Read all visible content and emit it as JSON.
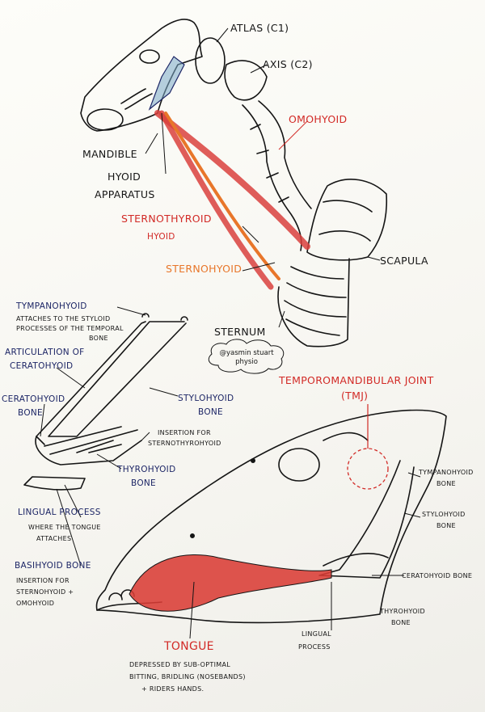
{
  "labels": {
    "atlas": "ATLAS (C1)",
    "axis": "AXIS (C2)",
    "omohyoid": "OMOHYOID",
    "mandible": "MANDIBLE",
    "hyoid_apparatus_1": "HYOID",
    "hyoid_apparatus_2": "APPARATUS",
    "sternothyrohyoid_1": "STERNOTHYROID",
    "sternothyrohyoid_2": "HYOID",
    "scapula": "SCAPULA",
    "sternohyoid": "STERNOHYOID",
    "sternum": "STERNUM",
    "tympanohyoid": "TYMPANOHYOID",
    "tympanohyoid_desc_1": "ATTACHES TO THE STYLOID",
    "tympanohyoid_desc_2": "PROCESSES OF THE TEMPORAL",
    "tympanohyoid_desc_3": "BONE",
    "articulation_1": "ARTICULATION OF",
    "articulation_2": "CERATOHYOID",
    "ceratohyoid_bone_1": "CERATOHYOID",
    "ceratohyoid_bone_2": "BONE",
    "stylohyoid_bone_1": "STYLOHYOID",
    "stylohyoid_bone_2": "BONE",
    "insertion_sternothyrohyoid_1": "INSERTION FOR",
    "insertion_sternothyrohyoid_2": "STERNOTHYROHYOID",
    "thyrohyoid_bone_1": "THYROHYOID",
    "thyrohyoid_bone_2": "BONE",
    "lingual_process": "LINGUAL PROCESS",
    "lingual_desc_1": "WHERE THE TONGUE",
    "lingual_desc_2": "ATTACHES",
    "basihyoid_bone": "BASIHYOID BONE",
    "basihyoid_desc_1": "INSERTION FOR",
    "basihyoid_desc_2": "STERNOHYOID +",
    "basihyoid_desc_3": "OMOHYOID",
    "tmj_1": "TEMPOROMANDIBULAR JOINT",
    "tmj_2": "(TMJ)",
    "r_tympanohyoid_1": "TYMPANOHYOID",
    "r_tympanohyoid_2": "BONE",
    "r_stylohyoid_1": "STYLOHYOID",
    "r_stylohyoid_2": "BONE",
    "r_ceratohyoid": "CERATOHYOID BONE",
    "r_thyrohyoid_1": "THYROHYOID",
    "r_thyrohyoid_2": "BONE",
    "r_lingual_1": "LINGUAL",
    "r_lingual_2": "PROCESS",
    "tongue": "TONGUE",
    "tongue_desc_1": "DEPRESSED BY SUB-OPTIMAL",
    "tongue_desc_2": "BITTING, BRIDLING (NOSEBANDS)",
    "tongue_desc_3": "+ RIDERS HANDS.",
    "signature_1": "@yasmin stuart",
    "signature_2": "physio"
  },
  "colors": {
    "ink": "#151515",
    "navy": "#1d2666",
    "red_label": "#d22a26",
    "orange": "#e8762a",
    "muscle": "#d9413d",
    "tongue_fill": "#d93c35",
    "hyoid_blue": "#7aa9c9"
  }
}
